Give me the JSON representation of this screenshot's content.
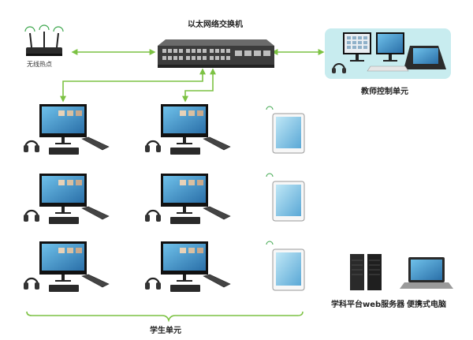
{
  "labels": {
    "switch": "以太网络交换机",
    "hotspot": "无线热点",
    "teacher": "教师控制单元",
    "student": "学生单元",
    "server": "学科平台web服务器",
    "laptop": "便携式电脑"
  },
  "colors": {
    "connector": "#7cc243",
    "teacher_bg": "#c8ecef",
    "screen": "#4aa3d8"
  }
}
